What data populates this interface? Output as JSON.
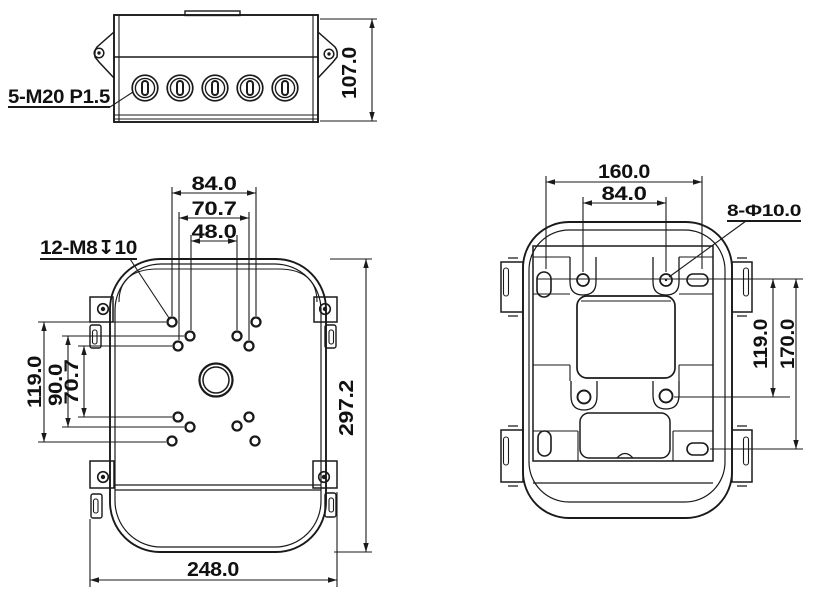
{
  "drawing": {
    "type": "mechanical-dimension-drawing",
    "line_color": "#1a1a1a",
    "bg_color": "#ffffff",
    "top_view": {
      "thread_label": "5-M20 P1.5",
      "dim_height": "107.0",
      "knockout_count": 5
    },
    "front_view": {
      "thread_label": "12-M8↧10",
      "dim_spacing_84": "84.0",
      "dim_spacing_70_7": "70.7",
      "dim_spacing_48": "48.0",
      "dim_v_119": "119.0",
      "dim_v_90": "90.0",
      "dim_v_70_7": "70.7",
      "dim_height_297_2": "297.2",
      "dim_width_248": "248.0"
    },
    "back_view": {
      "hole_label": "8-Φ10.0",
      "dim_160": "160.0",
      "dim_84": "84.0",
      "dim_119": "119.0",
      "dim_170": "170.0"
    }
  }
}
